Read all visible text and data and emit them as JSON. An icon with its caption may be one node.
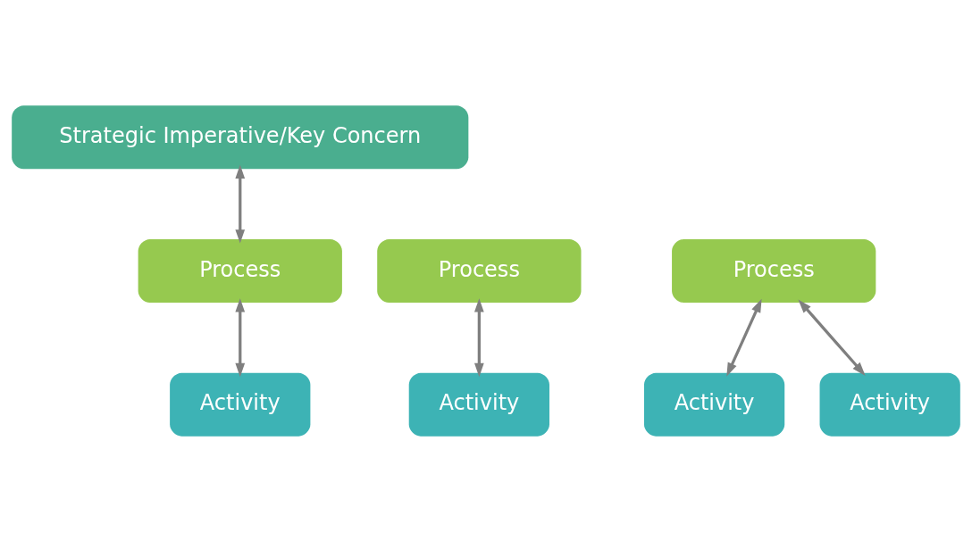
{
  "diagram": {
    "nodes": [
      {
        "text": [
          "Strategic Imperative/Key Concern"
        ]
      },
      {
        "text": [
          "Process"
        ]
      },
      {
        "text": [
          "Process"
        ]
      },
      {
        "text": [
          "Process"
        ]
      },
      {
        "text": [
          "Activity"
        ]
      },
      {
        "text": [
          "Activity"
        ]
      },
      {
        "text": [
          "Activity"
        ]
      },
      {
        "text": [
          "Activity"
        ]
      }
    ],
    "edges": [
      {
        "from": 0,
        "to": 2,
        "arrow": "both"
      },
      {
        "from": 1,
        "to": 4,
        "arrow": "both"
      },
      {
        "from": 2,
        "to": 5,
        "arrow": "both"
      },
      {
        "from": 3,
        "to": 6,
        "arrow": "both"
      },
      {
        "from": 3,
        "to": 7,
        "arrow": "both"
      }
    ]
  }
}
